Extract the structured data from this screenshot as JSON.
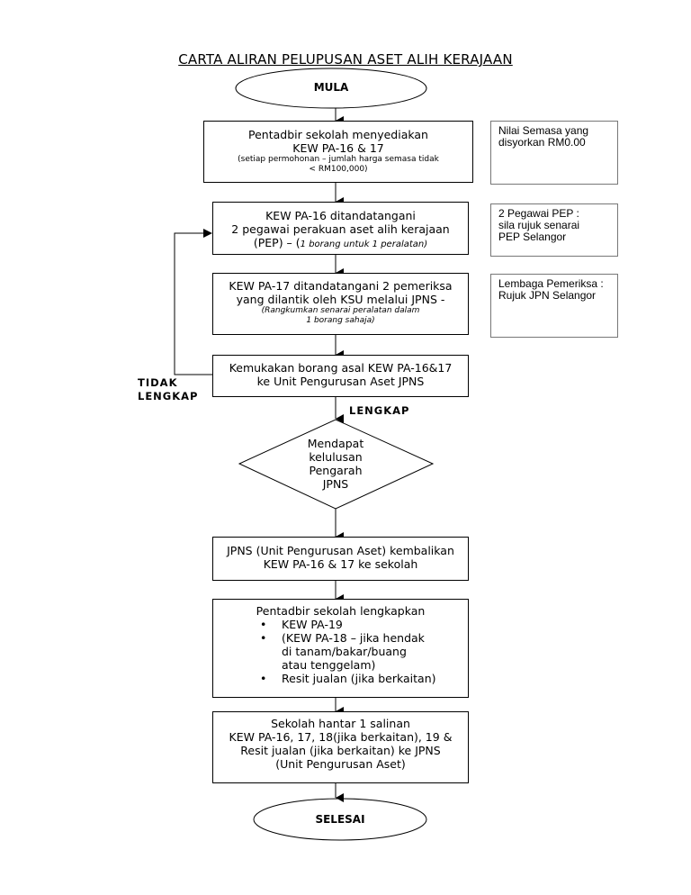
{
  "title": "CARTA ALIRAN PELUPUSAN ASET ALIH KERAJAAN",
  "mula": "MULA",
  "selesai": "SELESAI",
  "step1": {
    "line1": "Pentadbir sekolah menyediakan",
    "line2": "KEW PA-16 & 17",
    "sub1": "(setiap permohonan – jumlah harga semasa tidak",
    "sub2": "< RM100,000)"
  },
  "step2": {
    "line1": "KEW PA-16 ditandatangani",
    "line2": "2 pegawai perakuan aset alih kerajaan",
    "line3a": "(PEP) – (",
    "line3b": "1 borang untuk 1 peralatan)"
  },
  "step3": {
    "line1": "KEW PA-17 ditandatangani 2 pemeriksa",
    "line2": "yang dilantik oleh KSU melalui JPNS -",
    "sub1": "(Rangkumkan senarai peralatan dalam",
    "sub2": "1 borang sahaja)"
  },
  "step4": {
    "line1": "Kemukakan borang asal KEW PA-16&17",
    "line2": "ke Unit Pengurusan Aset JPNS"
  },
  "decision": {
    "line1": "Mendapat",
    "line2": "kelulusan",
    "line3": "Pengarah",
    "line4": "JPNS"
  },
  "step5": {
    "line1": "JPNS (Unit Pengurusan Aset) kembalikan",
    "line2": "KEW PA-16 & 17 ke sekolah"
  },
  "step6": {
    "heading": "Pentadbir sekolah lengkapkan",
    "bullet_glyph": "•",
    "item1": "KEW PA-19",
    "item2_l1": "(KEW PA-18 – jika hendak",
    "item2_l2": "di tanam/bakar/buang",
    "item2_l3": "atau tenggelam)",
    "item3": "Resit jualan (jika berkaitan)"
  },
  "step7": {
    "line1": "Sekolah hantar 1 salinan",
    "line2": "KEW PA-16, 17, 18(jika berkaitan), 19 &",
    "line3": "Resit jualan (jika berkaitan) ke JPNS",
    "line4": "(Unit Pengurusan Aset)"
  },
  "notes": {
    "note1_l1": "Nilai Semasa yang",
    "note1_l2": "disyorkan RM0.00",
    "note2_l1": "2 Pegawai PEP :",
    "note2_l2": "sila rujuk senarai",
    "note2_l3": "PEP Selangor",
    "note3_l1": "Lembaga Pemeriksa :",
    "note3_l2": "Rujuk JPN Selangor"
  },
  "labels": {
    "tidak": "TIDAK",
    "lengkap_no": "LENGKAP",
    "lengkap_yes": "LENGKAP"
  }
}
